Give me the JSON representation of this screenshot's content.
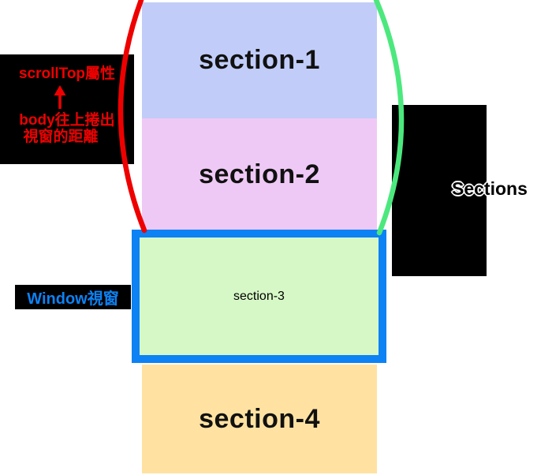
{
  "sections": [
    {
      "label": "section-1",
      "color": "#c1cdf8"
    },
    {
      "label": "section-2",
      "color": "#efc9f5"
    },
    {
      "label": "section-3",
      "color": "#d6f8c6"
    },
    {
      "label": "section-4",
      "color": "#ffe2a1"
    }
  ],
  "window_frame": {
    "border_color": "#0c82f4"
  },
  "annotations": {
    "scrolltop": {
      "line1": "scrollTop屬性",
      "line2": "body往上捲出",
      "line3": "視窗的距離",
      "text_color": "#ee0000",
      "arrow_icon": "up-arrow"
    },
    "window_label": {
      "text": "Window視窗",
      "text_color": "#0c82f4"
    },
    "sections_label": {
      "text": "Sections",
      "text_color": "#000000"
    }
  },
  "curves": {
    "left_bracket_color": "#ee0000",
    "right_bracket_color": "#4ce87e"
  }
}
